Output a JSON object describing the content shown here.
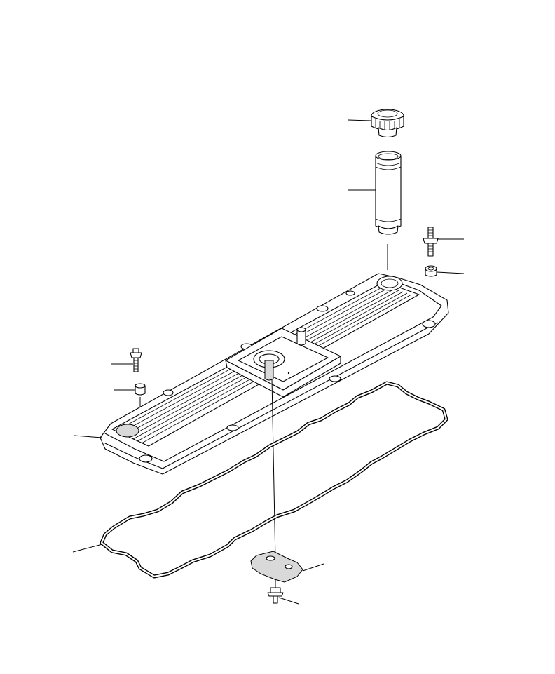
{
  "diagram": {
    "kind": "exploded parts view",
    "parts": [
      {
        "id": "filler-cap",
        "icon": "cap-icon"
      },
      {
        "id": "oil-filler-tube",
        "icon": "tube-icon"
      },
      {
        "id": "stud-bolt",
        "icon": "stud-icon"
      },
      {
        "id": "sleeve-nut",
        "icon": "nut-icon"
      },
      {
        "id": "flange-bolt",
        "icon": "bolt-icon"
      },
      {
        "id": "grommet",
        "icon": "grommet-icon"
      },
      {
        "id": "valve-cover",
        "icon": "cover-icon"
      },
      {
        "id": "cover-gasket",
        "icon": "gasket-icon"
      },
      {
        "id": "baffle-plate",
        "icon": "plate-icon"
      },
      {
        "id": "plate-bolt",
        "icon": "bolt-icon"
      }
    ]
  }
}
